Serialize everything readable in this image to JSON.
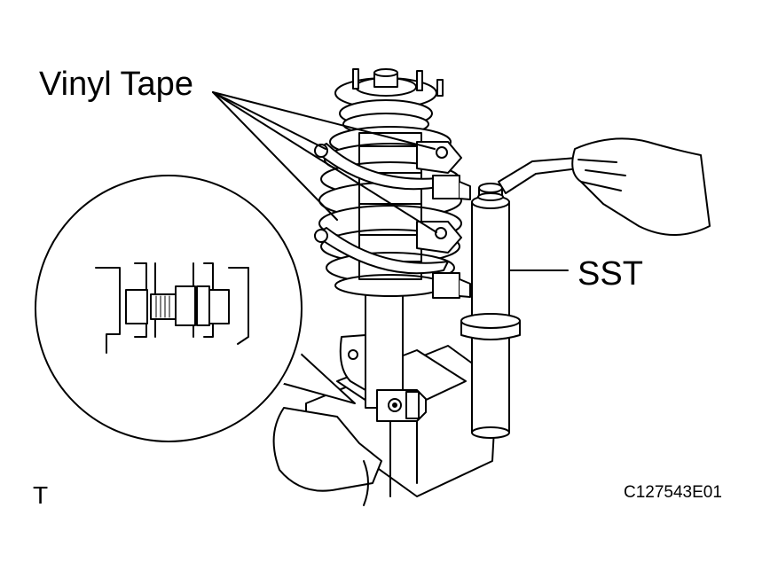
{
  "labels": {
    "vinyl_tape": "Vinyl Tape",
    "sst": "SST",
    "view_mark": "T",
    "figure_code": "C127543E01"
  },
  "colors": {
    "line": "#000000",
    "background": "#ffffff"
  }
}
